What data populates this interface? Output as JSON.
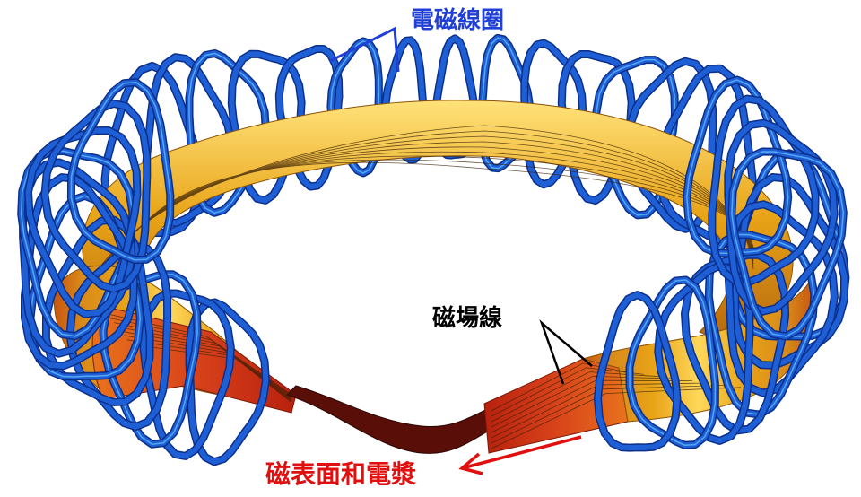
{
  "labels": {
    "coils": "電磁線圈",
    "field_lines": "磁場線",
    "plasma": "磁表面和電漿"
  },
  "colors": {
    "coil_blue": "#1f5fd6",
    "coil_dark": "#0b2f8a",
    "coil_highlight": "#6cc8ff",
    "plasma_gold": "#e8a317",
    "plasma_light": "#ffe27a",
    "plasma_orange": "#e8631a",
    "plasma_red": "#c4200e",
    "coils_label_color": "#1f3fd6",
    "field_label_color": "#000000",
    "plasma_label_color": "#e01010"
  },
  "icons": {
    "coils": "coil-loops-icon",
    "plasma": "plasma-torus-icon"
  }
}
